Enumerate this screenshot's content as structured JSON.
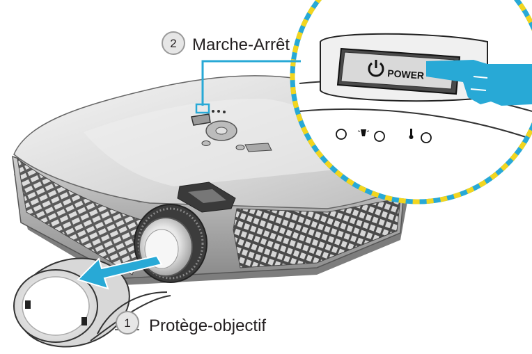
{
  "callouts": [
    {
      "number": "1",
      "label": "Protège-objectif"
    },
    {
      "number": "2",
      "label": "Marche-Arrêt"
    }
  ],
  "power_button": {
    "label": "POWER",
    "symbol": "⏻"
  },
  "colors": {
    "accent_blue": "#28a9d6",
    "dash_yellow": "#f2d51f",
    "line_dark": "#231f20"
  },
  "icons": [
    "power-icon",
    "hand-pointer-icon",
    "lamp-led-icon",
    "temp-led-icon",
    "arrow-icon"
  ]
}
